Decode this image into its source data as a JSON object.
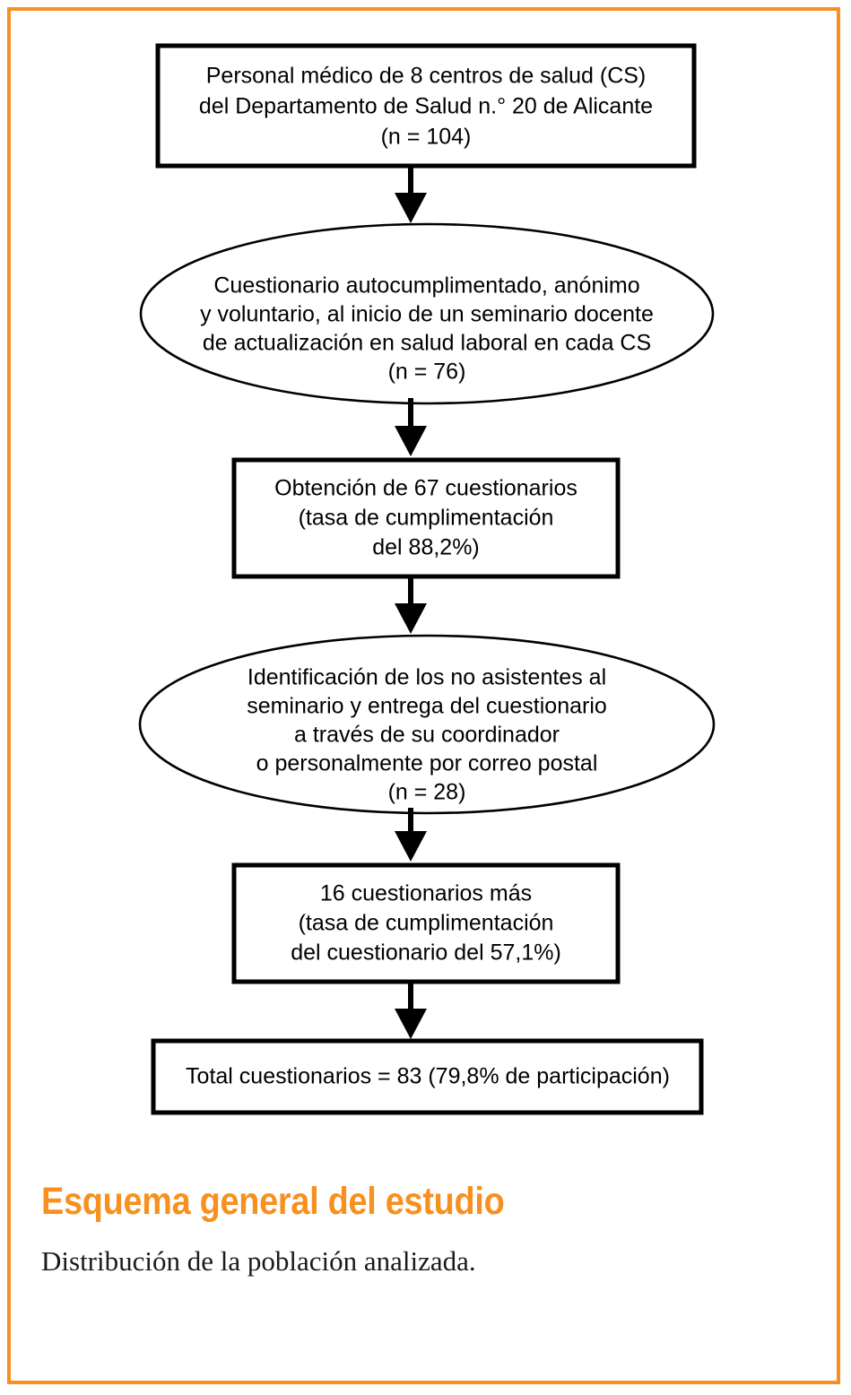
{
  "figure": {
    "frame_color": "#F7901E",
    "background_color": "#FFFFFF",
    "stroke_color": "#000000"
  },
  "flowchart": {
    "type": "flowchart",
    "orientation": "top-to-bottom",
    "nodes": [
      {
        "id": "node-1",
        "shape": "rectangle",
        "lines": [
          "Personal médico de 8 centros de salud (CS)",
          "del Departamento de Salud n.° 20 de Alicante",
          "(n = 104)"
        ],
        "n_value": 104
      },
      {
        "id": "node-2",
        "shape": "ellipse",
        "lines": [
          "Cuestionario autocumplimentado, anónimo",
          "y voluntario, al inicio de un seminario docente",
          "de actualización en salud laboral en cada CS",
          "(n = 76)"
        ],
        "n_value": 76
      },
      {
        "id": "node-3",
        "shape": "rectangle",
        "lines": [
          "Obtención de 67 cuestionarios",
          "(tasa de cumplimentación",
          "del 88,2%)"
        ],
        "count": 67,
        "rate": "88,2%"
      },
      {
        "id": "node-4",
        "shape": "ellipse",
        "lines": [
          "Identificación de los no asistentes al",
          "seminario y entrega del cuestionario",
          "a través de su coordinador",
          "o personalmente por correo postal",
          "(n = 28)"
        ],
        "n_value": 28
      },
      {
        "id": "node-5",
        "shape": "rectangle",
        "lines": [
          "16 cuestionarios más",
          "(tasa de cumplimentación",
          "del cuestionario del 57,1%)"
        ],
        "count": 16,
        "rate": "57,1%"
      },
      {
        "id": "node-6",
        "shape": "rectangle",
        "lines": [
          "Total cuestionarios = 83 (79,8% de participación)"
        ],
        "total": 83,
        "rate": "79,8%"
      }
    ],
    "edges": [
      {
        "from": "node-1",
        "to": "node-2",
        "style": "solid-arrow"
      },
      {
        "from": "node-2",
        "to": "node-3",
        "style": "solid-arrow"
      },
      {
        "from": "node-3",
        "to": "node-4",
        "style": "solid-arrow"
      },
      {
        "from": "node-4",
        "to": "node-5",
        "style": "solid-arrow"
      },
      {
        "from": "node-5",
        "to": "node-6",
        "style": "solid-arrow"
      }
    ]
  },
  "caption": {
    "title": "Esquema general del estudio",
    "title_color": "#F7901E",
    "subtitle": "Distribución de la población analizada."
  }
}
